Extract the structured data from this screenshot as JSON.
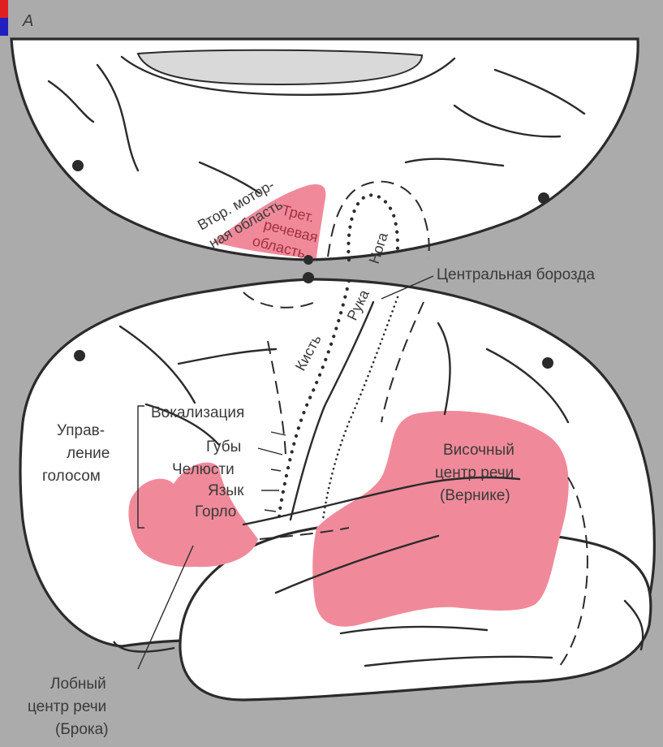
{
  "panel_letter": "A",
  "colors": {
    "background": "#ababab",
    "brain": "#ffffff",
    "speech_area": "#f08a9a",
    "ink": "#2b2b2b",
    "corner_red": "#e02020",
    "corner_blue": "#2020c0"
  },
  "labels": {
    "secondary_motor_line1": "Втор. мотор-",
    "secondary_motor_line2": "ная область",
    "third_speech_line1": "Трет.",
    "third_speech_line2": "речевая",
    "third_speech_line3": "область",
    "leg": "Нога",
    "hand": "Рука",
    "wrist": "Кисть",
    "central_sulcus": "Центральная борозда",
    "vocalization": "Вокализация",
    "lips": "Губы",
    "jaw": "Челюсти",
    "tongue": "Язык",
    "larynx": "Горло",
    "voice_control_line1": "Управ-",
    "voice_control_line2": "ление",
    "voice_control_line3": "голосом",
    "wernicke_line1": "Височный",
    "wernicke_line2": "центр речи",
    "wernicke_line3": "(Вернике)",
    "broca_line1": "Лобный",
    "broca_line2": "центр речи",
    "broca_line3": "(Брока)"
  }
}
